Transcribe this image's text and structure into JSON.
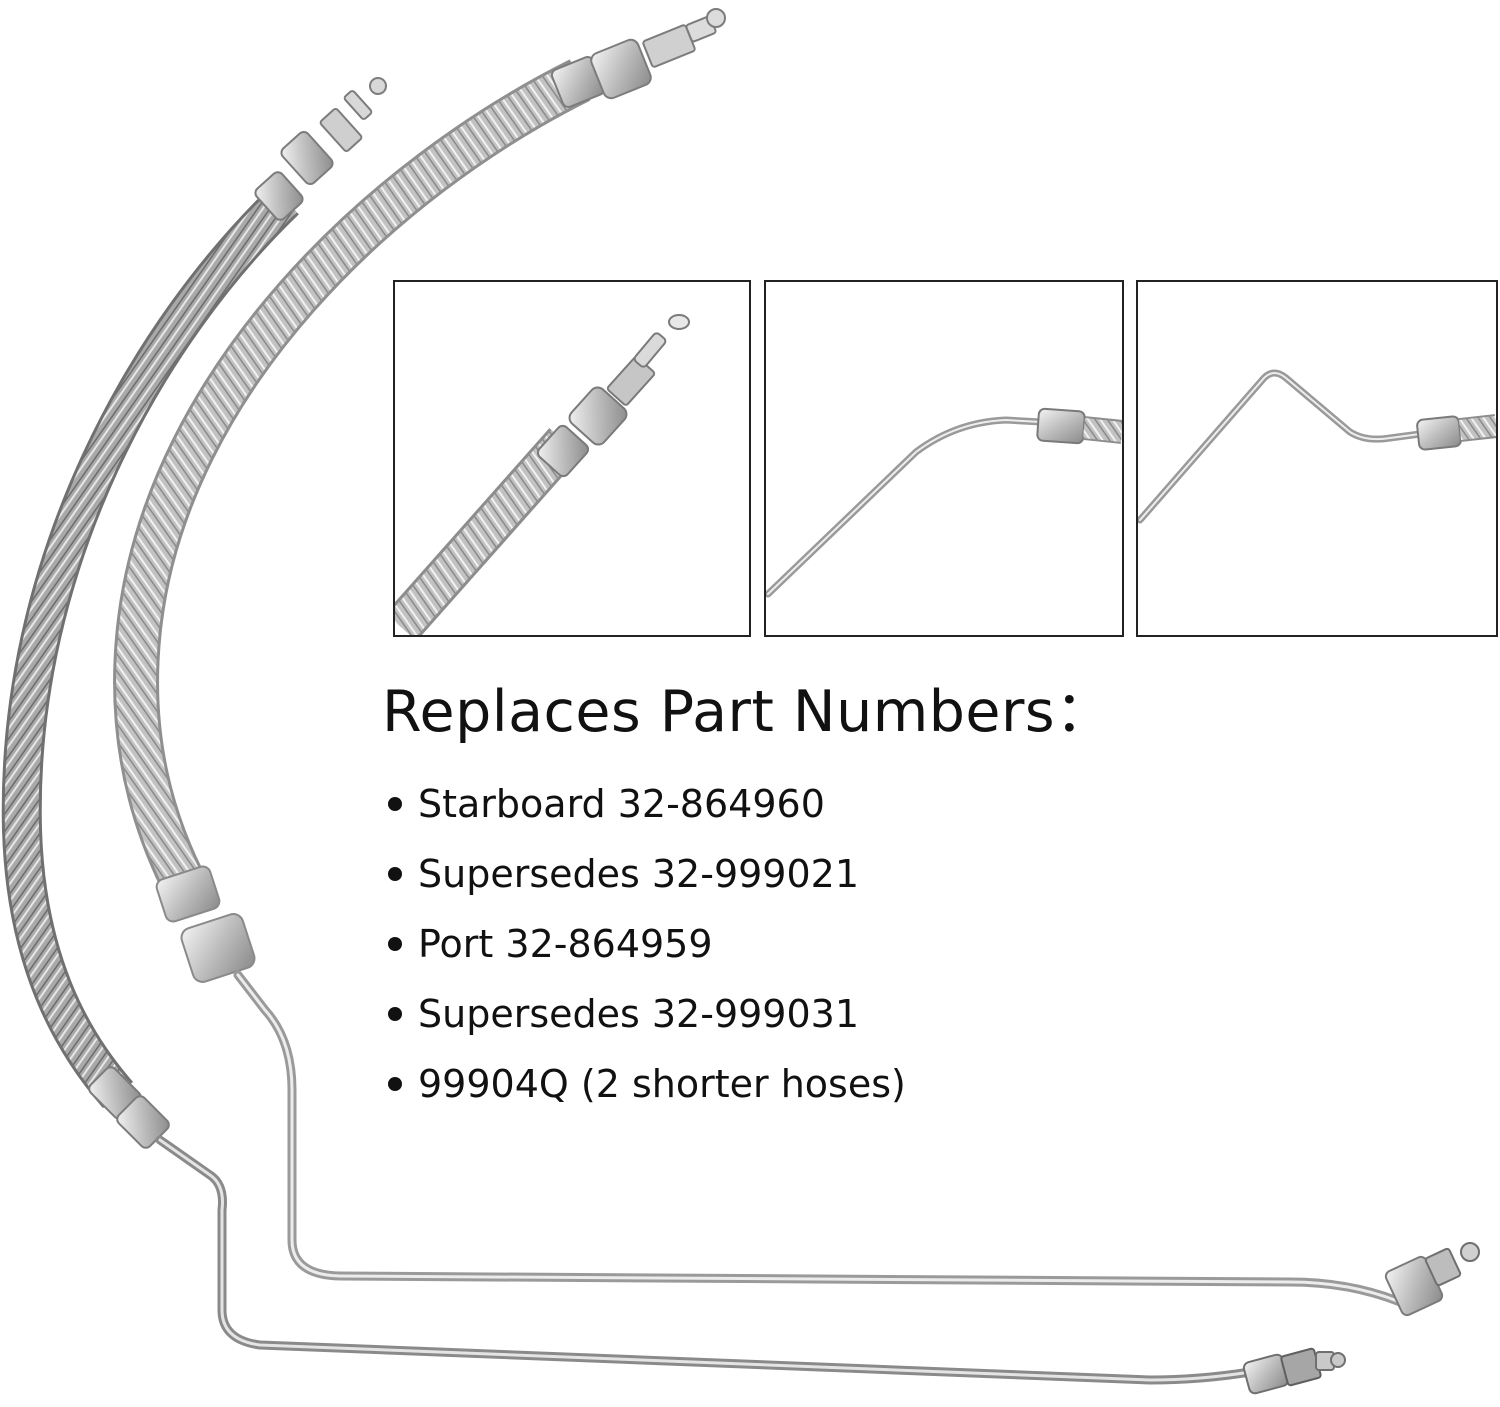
{
  "heading": "Replaces Part Numbers：",
  "parts": [
    "Starboard 32-864960",
    "Supersedes 32-999021",
    "Port 32-864959",
    "Supersedes 32-999031",
    "99904Q (2 shorter hoses)"
  ],
  "colors": {
    "background": "#ffffff",
    "text": "#111111",
    "frame_border": "#222222",
    "steel_dark": "#6f6f6f",
    "steel_light": "#d9d9d9"
  }
}
